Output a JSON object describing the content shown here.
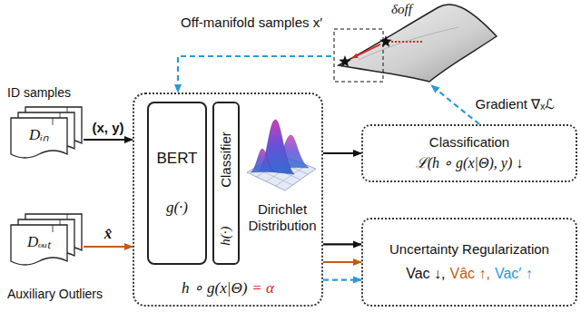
{
  "diagram": {
    "nodes": [
      {
        "text": [
          "Off-manifold samples x′",
          "δoff"
        ]
      },
      {
        "text": [
          "ID samples",
          "Dᵢₙ"
        ]
      },
      {
        "text": [
          "Auxiliary Outliers",
          "Dₒᵤₜ"
        ]
      },
      {
        "text": [
          "h ∘ g(x|Θ)",
          "= α"
        ]
      },
      {
        "text": [
          "BERT",
          "g(·)"
        ],
        "in": 3
      },
      {
        "text": [
          "Classifier",
          "h(·)"
        ],
        "in": 3
      },
      {
        "text": [
          "Classification",
          "ℒ(h ∘ g(x|Θ), y) ↓"
        ]
      },
      {
        "text": [
          "Uncertainty Regularization",
          "Vac ↓,",
          "Vâc ↑,",
          "Vac′ ↑"
        ]
      }
    ],
    "edges": [
      {
        "from": 1,
        "to": 3,
        "arrow": "to",
        "label": "(x, y)"
      },
      {
        "from": 2,
        "to": 3,
        "arrow": "to",
        "label": "x̂"
      },
      {
        "from": 3,
        "to": 6,
        "arrow": "to"
      },
      {
        "from": 3,
        "to": 7,
        "arrow": "to"
      },
      {
        "from": 3,
        "to": 7,
        "arrow": "to"
      },
      {
        "from": 3,
        "to": 7,
        "arrow": "to"
      },
      {
        "from": 6,
        "to": 0,
        "arrow": "to",
        "label": "Gradient ∇ₓℒ"
      },
      {
        "from": 0,
        "to": 3,
        "arrow": "to"
      }
    ],
    "labels": [
      "Dirichlet Distribution"
    ]
  }
}
